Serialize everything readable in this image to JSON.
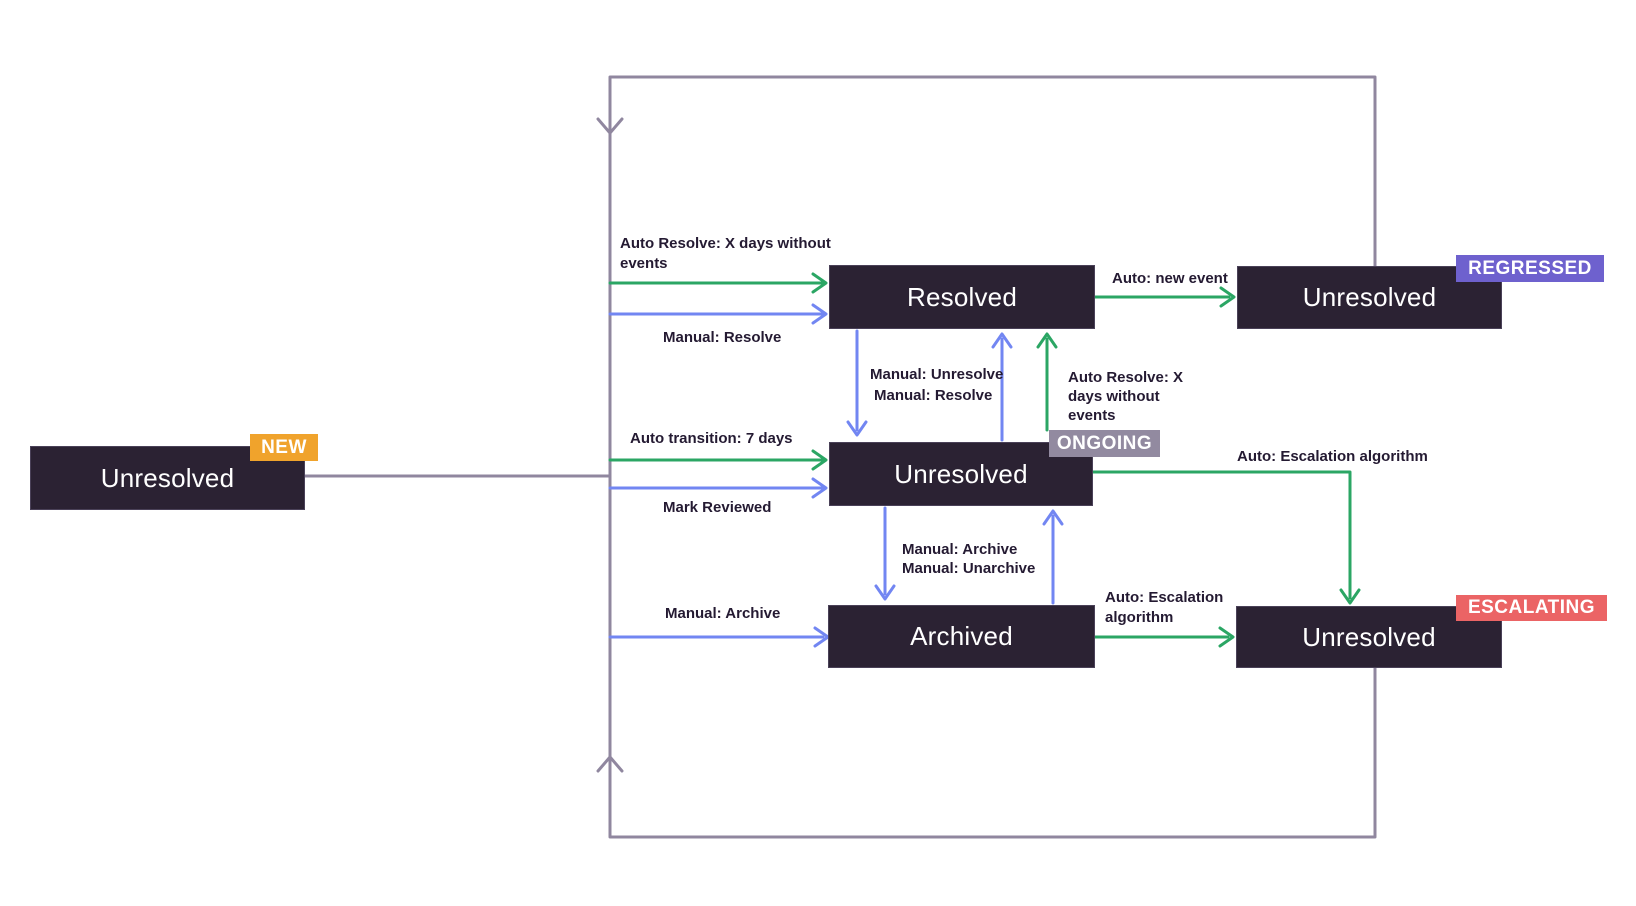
{
  "states": {
    "new": {
      "label": "Unresolved",
      "badge": "NEW"
    },
    "resolved": {
      "label": "Resolved"
    },
    "regressed": {
      "label": "Unresolved",
      "badge": "REGRESSED"
    },
    "ongoing": {
      "label": "Unresolved",
      "badge": "ONGOING"
    },
    "archived": {
      "label": "Archived"
    },
    "escalating": {
      "label": "Unresolved",
      "badge": "ESCALATING"
    }
  },
  "transitions": {
    "auto_resolve_to_resolved": "Auto Resolve: X days without events",
    "manual_resolve_to_resolved": "Manual: Resolve",
    "auto_transition_7_days": "Auto transition: 7 days",
    "mark_reviewed": "Mark Reviewed",
    "manual_archive_left": "Manual: Archive",
    "manual_unresolve_down": "Manual: Unresolve",
    "manual_resolve_up": "Manual: Resolve",
    "auto_resolve_up": "Auto Resolve: X days without events",
    "manual_archive_down": "Manual: Archive",
    "manual_unarchive_up": "Manual: Unarchive",
    "auto_new_event": "Auto: new event",
    "auto_escalation_top": "Auto: Escalation algorithm",
    "auto_escalation_bottom": "Auto: Escalation algorithm"
  },
  "colors": {
    "state_fill": "#2B2233",
    "state_text": "#FFFFFF",
    "auto_arrow_green": "#2BA664",
    "manual_arrow_blue": "#7286F2",
    "loop_line_purple": "#90879F",
    "badge_new": "#F0A32C",
    "badge_regressed": "#6E61CE",
    "badge_ongoing": "#928AA0",
    "badge_escalating": "#EB6465",
    "label_text": "#241A32"
  }
}
